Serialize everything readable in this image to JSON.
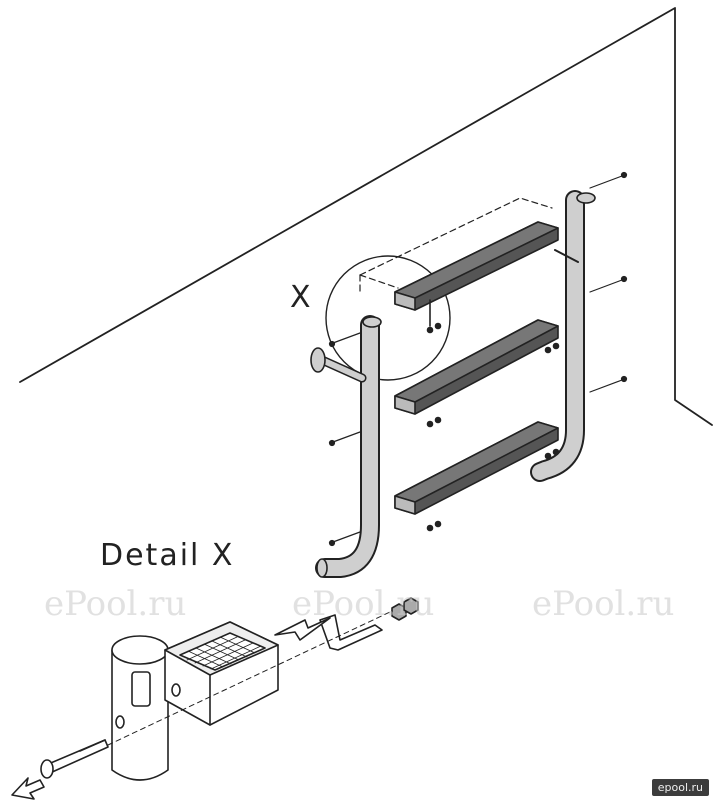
{
  "labels": {
    "detail_marker": "X",
    "detail_title": "Detail X"
  },
  "watermarks": [
    "ePool.ru",
    "ePool.ru",
    "ePool.ru"
  ],
  "logo": "epool.ru",
  "colors": {
    "line": "#222222",
    "step_fill": "#555555",
    "tube_fill": "#cfcfcf",
    "background": "#ffffff"
  }
}
